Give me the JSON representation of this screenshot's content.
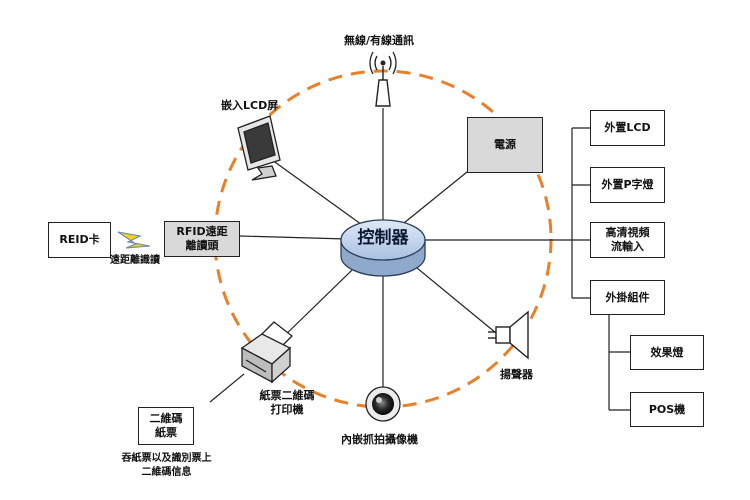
{
  "hub": "控制器",
  "nodes": {
    "wireless": "無線/有線通訊",
    "lcd_embedded": "嵌入LCD屏",
    "power": "電源",
    "rfid_reader": "RFID遠距\n離讀頭",
    "reid_card": "REID卡",
    "long_range_read": "遠距離識讀",
    "printer": "紙票二維碼\n打印機",
    "qr_ticket": "二維碼\n紙票",
    "qr_ticket_note": "吞紙票以及識別票上\n二維碼信息",
    "camera": "內嵌抓拍攝像機",
    "speaker": "揚聲器"
  },
  "side_list": {
    "items": [
      "外置LCD",
      "外置P字燈",
      "高清視頻\n流輸入",
      "外掛組件"
    ],
    "sub_items": [
      "效果燈",
      "POS機"
    ]
  },
  "colors": {
    "ring": "#e8802a",
    "hub_fill": "#b9cde8",
    "hub_side": "#8fa9cc",
    "gray_box": "#d9d9d9",
    "lightning": "#f2d21b"
  }
}
